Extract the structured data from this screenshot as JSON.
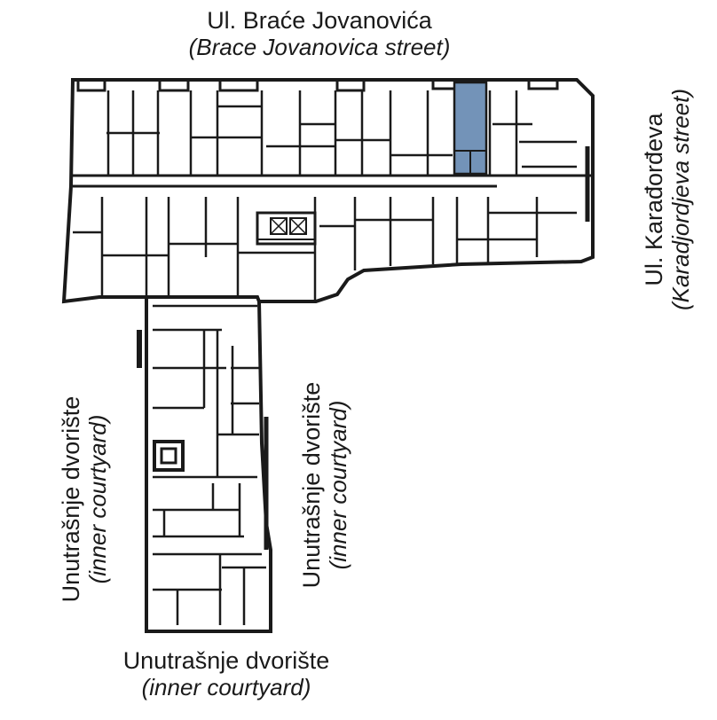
{
  "labels": {
    "top": {
      "main": "Ul. Braće Jovanovića",
      "sub": "(Brace Jovanovica street)"
    },
    "right": {
      "main": "Ul. Karađorđeva",
      "sub": "(Karadjordjeva street)"
    },
    "left": {
      "main": "Unutrašnje dvorište",
      "sub": "(inner courtyard)"
    },
    "middle": {
      "main": "Unutrašnje dvorište",
      "sub": "(inner courtyard)"
    },
    "bottom": {
      "main": "Unutrašnje dvorište",
      "sub": "(inner courtyard)"
    }
  },
  "colors": {
    "wall": "#1a1a1a",
    "highlight_unit": "#7393b8",
    "background": "#ffffff"
  },
  "icons": [
    "elevator-icon",
    "staircase-icon"
  ]
}
